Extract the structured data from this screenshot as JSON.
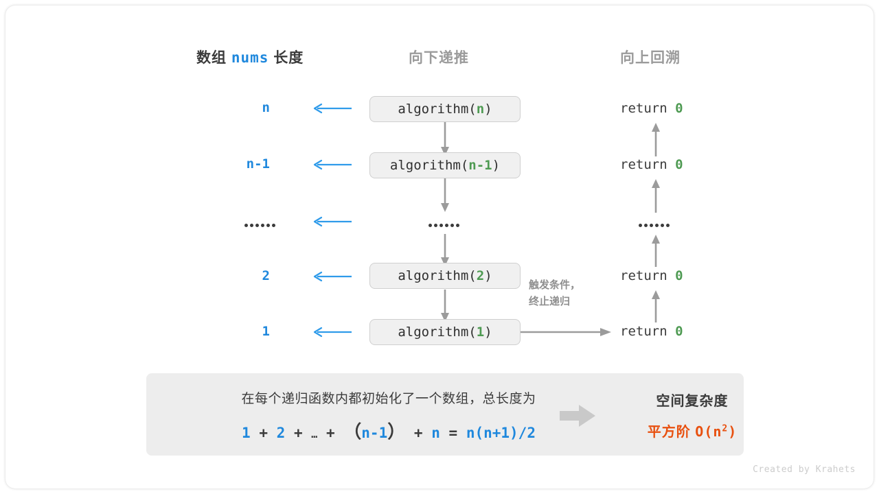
{
  "headers": {
    "left_prefix": "数组",
    "left_code": "nums",
    "left_suffix": "长度",
    "middle": "向下递推",
    "right": "向上回溯"
  },
  "colors": {
    "blue": "#1f88dd",
    "green": "#4e9a52",
    "orange": "#e8500f",
    "gray_text": "#9b9b9b",
    "dark_text": "#3b3b3b",
    "box_fill": "#f0f0f0",
    "box_border": "#cfcfcf",
    "panel_fill": "#ededed"
  },
  "rows": [
    {
      "length": "n",
      "call_name": "algorithm(",
      "call_arg": "n",
      "call_close": ")",
      "ret_keyword": "return",
      "ret_value": "0"
    },
    {
      "length": "n-1",
      "call_name": "algorithm(",
      "call_arg": "n-1",
      "call_close": ")",
      "ret_keyword": "return",
      "ret_value": "0"
    },
    {
      "length": "......",
      "call_name": "......",
      "call_arg": "",
      "call_close": "",
      "ret_keyword": "",
      "ret_value": "......"
    },
    {
      "length": "2",
      "call_name": "algorithm(",
      "call_arg": "2",
      "call_close": ")",
      "ret_keyword": "return",
      "ret_value": "0"
    },
    {
      "length": "1",
      "call_name": "algorithm(",
      "call_arg": "1",
      "call_close": ")",
      "ret_keyword": "return",
      "ret_value": "0"
    }
  ],
  "note": {
    "line1": "触发条件，",
    "line2": "终止递归"
  },
  "summary": {
    "description": "在每个递归函数内都初始化了一个数组，总长度为",
    "formula": {
      "t1": "1",
      "op1": "+",
      "t2": "2",
      "op2": "+",
      "ell": "…",
      "op3": "+",
      "lparen": "（",
      "t3": "n-1",
      "rparen": "）",
      "op4": "+",
      "t4": "n",
      "eq": "=",
      "result": "n(n+1)/2"
    },
    "right_title": "空间复杂度",
    "right_value_label": "平方阶",
    "right_value_big_o": "O(n",
    "right_value_exp": "2",
    "right_value_close": ")"
  },
  "credit": "Created by Krahets"
}
